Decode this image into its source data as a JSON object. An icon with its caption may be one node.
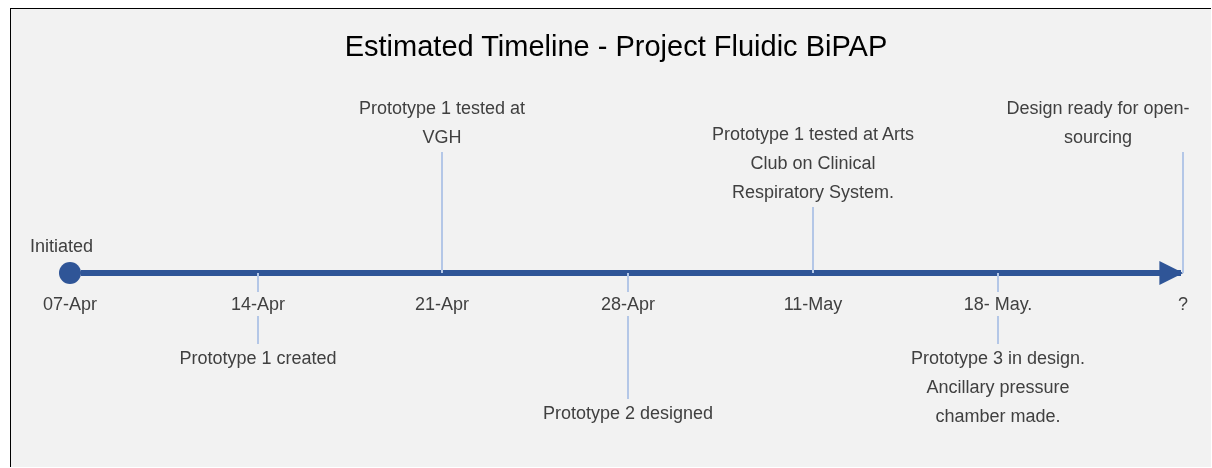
{
  "diagram": {
    "title": "Estimated Timeline - Project Fluidic BiPAP",
    "nodes": [
      {
        "text": [],
        "shape": "circle",
        "beside": [
          "Initiated"
        ]
      },
      {
        "text": [
          "Prototype 1 created"
        ]
      },
      {
        "text": [
          "Prototype 1 tested at VGH"
        ]
      },
      {
        "text": [
          "Prototype 2 designed"
        ]
      },
      {
        "text": [
          "Prototype 1 tested at Arts Club on Clinical Respiratory System."
        ]
      },
      {
        "text": [
          "Prototype 3 in design. Ancillary pressure chamber made."
        ]
      },
      {
        "text": [
          "Design ready for open-sourcing"
        ]
      }
    ],
    "edges": [
      {
        "from": 0,
        "to": null,
        "arrow": "to",
        "style": "thick",
        "color": "#2f5597"
      },
      {
        "from": 1,
        "to": null,
        "arrow": "none"
      },
      {
        "from": 2,
        "to": null,
        "arrow": "none"
      },
      {
        "from": 3,
        "to": null,
        "arrow": "none"
      },
      {
        "from": 4,
        "to": null,
        "arrow": "none"
      },
      {
        "from": 5,
        "to": null,
        "arrow": "none"
      },
      {
        "from": 6,
        "to": null,
        "arrow": "none"
      }
    ],
    "labels": [
      "07-Apr",
      "14-Apr",
      "21-Apr",
      "28-Apr",
      "11-May",
      "18- May.",
      "?"
    ]
  }
}
